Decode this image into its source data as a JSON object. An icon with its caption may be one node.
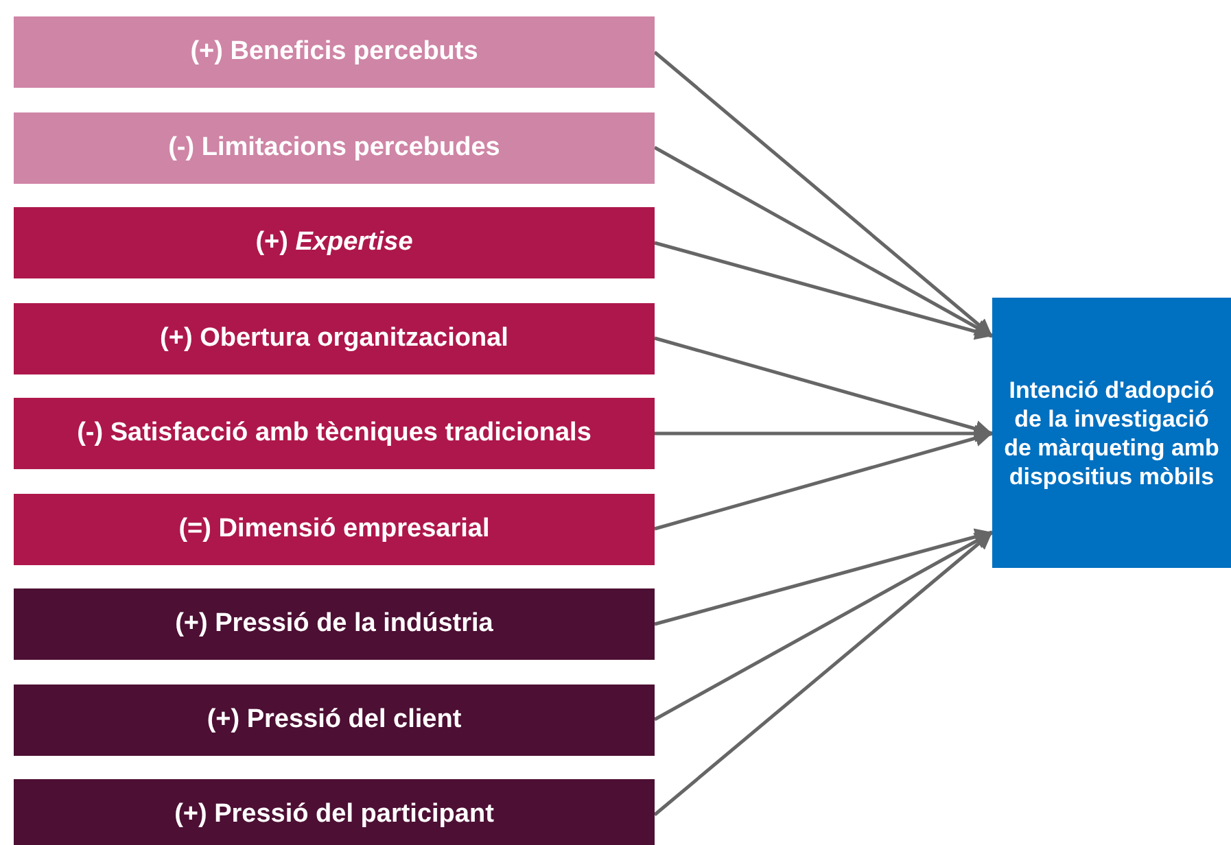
{
  "diagram": {
    "nodes": [
      {
        "text": [
          "(+) Beneficis percebuts"
        ]
      },
      {
        "text": [
          "(-) Limitacions percebudes"
        ]
      },
      {
        "text": [
          "(+) *Expertise*"
        ]
      },
      {
        "text": [
          "(+) Obertura organitzacional"
        ]
      },
      {
        "text": [
          "(-) Satisfacció amb tècniques tradicionals"
        ]
      },
      {
        "text": [
          "(=) Dimensió empresarial"
        ]
      },
      {
        "text": [
          "(+) Pressió de la indústria"
        ]
      },
      {
        "text": [
          "(+) Pressió del client"
        ]
      },
      {
        "text": [
          "(+) Pressió del participant"
        ]
      },
      {
        "text": [
          "Intenció d'adopció de la investigació de màrqueting amb dispositius mòbils"
        ]
      }
    ],
    "edges": [
      {
        "from": 0,
        "to": 9,
        "arrow": "to"
      },
      {
        "from": 1,
        "to": 9,
        "arrow": "to"
      },
      {
        "from": 2,
        "to": 9,
        "arrow": "to"
      },
      {
        "from": 3,
        "to": 9,
        "arrow": "to"
      },
      {
        "from": 4,
        "to": 9,
        "arrow": "to"
      },
      {
        "from": 5,
        "to": 9,
        "arrow": "to"
      },
      {
        "from": 6,
        "to": 9,
        "arrow": "to"
      },
      {
        "from": 7,
        "to": 9,
        "arrow": "to"
      },
      {
        "from": 8,
        "to": 9,
        "arrow": "to"
      }
    ]
  }
}
